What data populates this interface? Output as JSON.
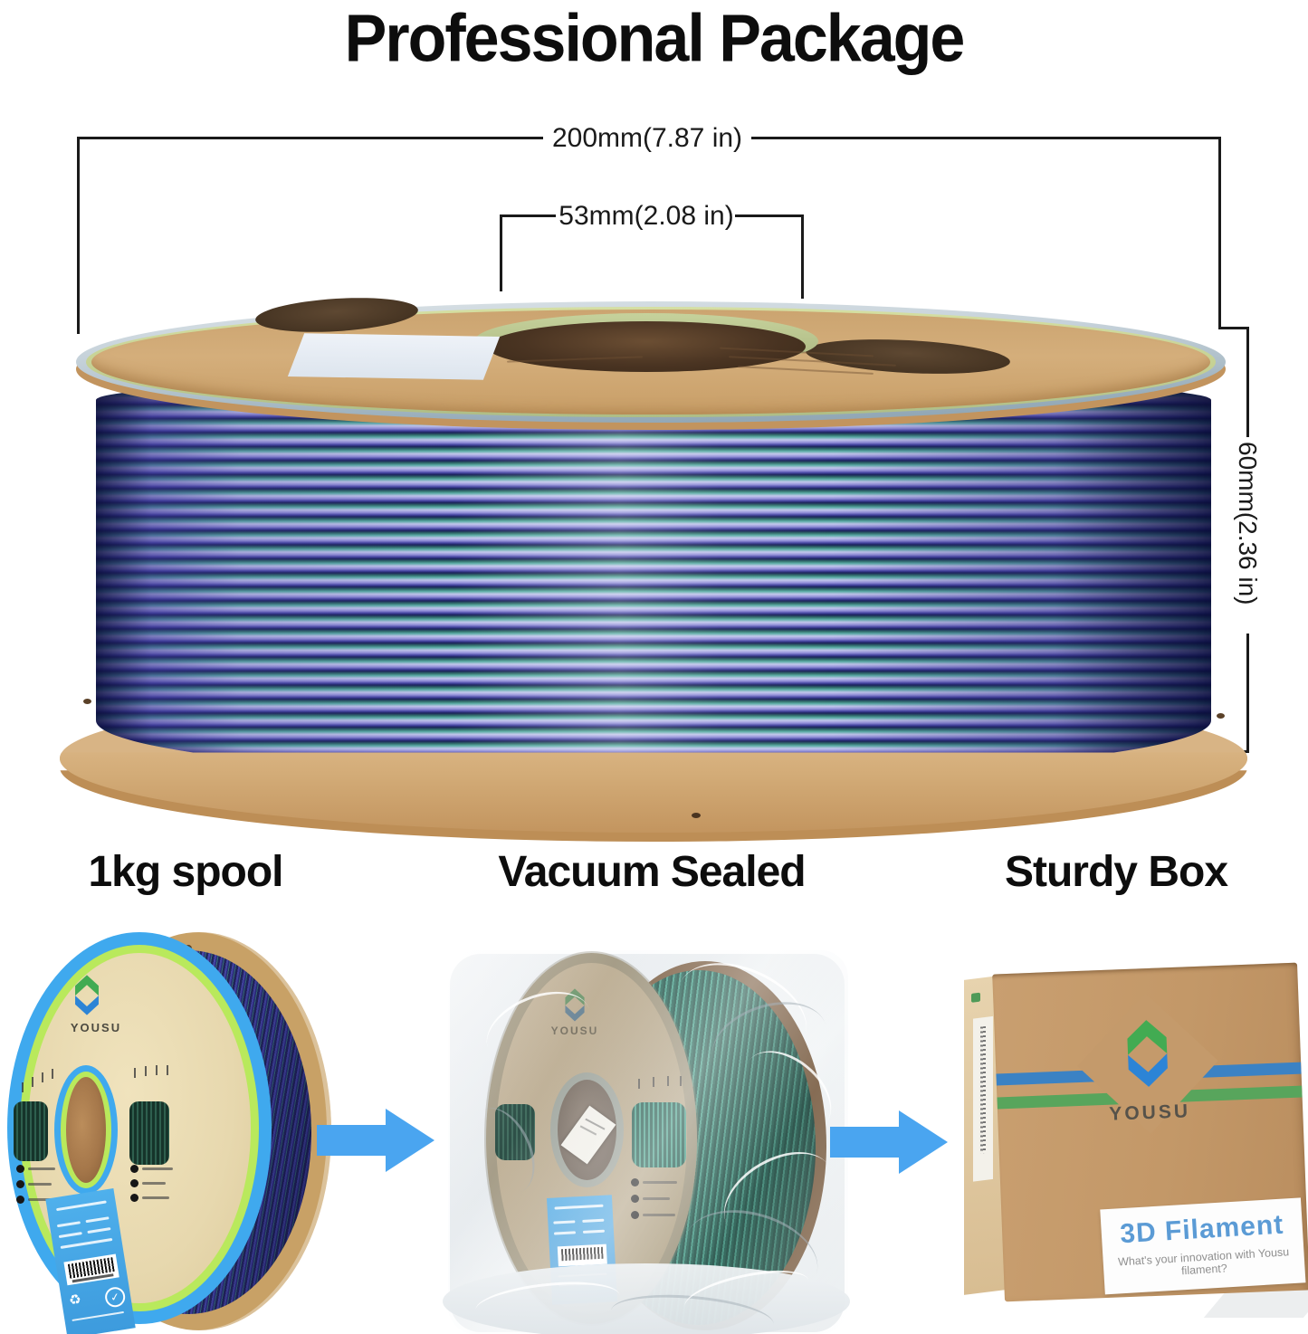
{
  "title": "Professional Package",
  "dimensions": {
    "outer_diameter": "200mm(7.87 in)",
    "hub_diameter": "53mm(2.08 in)",
    "width": "60mm(2.36 in)"
  },
  "section_labels": {
    "spool": "1kg spool",
    "vacuum": "Vacuum Sealed",
    "box": "Sturdy Box"
  },
  "brand": {
    "name": "YOUSU"
  },
  "box_print": {
    "title": "3D Filament",
    "tagline": "What's your innovation with Yousu filament?"
  },
  "colors": {
    "arrow_blue": "#4aa5f0",
    "spool_ring_blue": "#3fa9ee",
    "spool_ring_lime": "#b9e95c",
    "spool_face_cream": "#ecdfba",
    "cardboard_tan": "#cda671",
    "filament_navy": "#1a2258",
    "filament_teal": "#5aada5",
    "filament_purple": "#8f8cd8",
    "filament_lavender": "#c2c6ec",
    "vacuum_filament_green": "#3f9a84",
    "box_stripe_blue": "#3b82c4",
    "box_stripe_green": "#58a55c",
    "label_blue": "#49a9e5",
    "box_label_title_blue": "#5b9bd5",
    "title_black": "#0d0d0d"
  }
}
